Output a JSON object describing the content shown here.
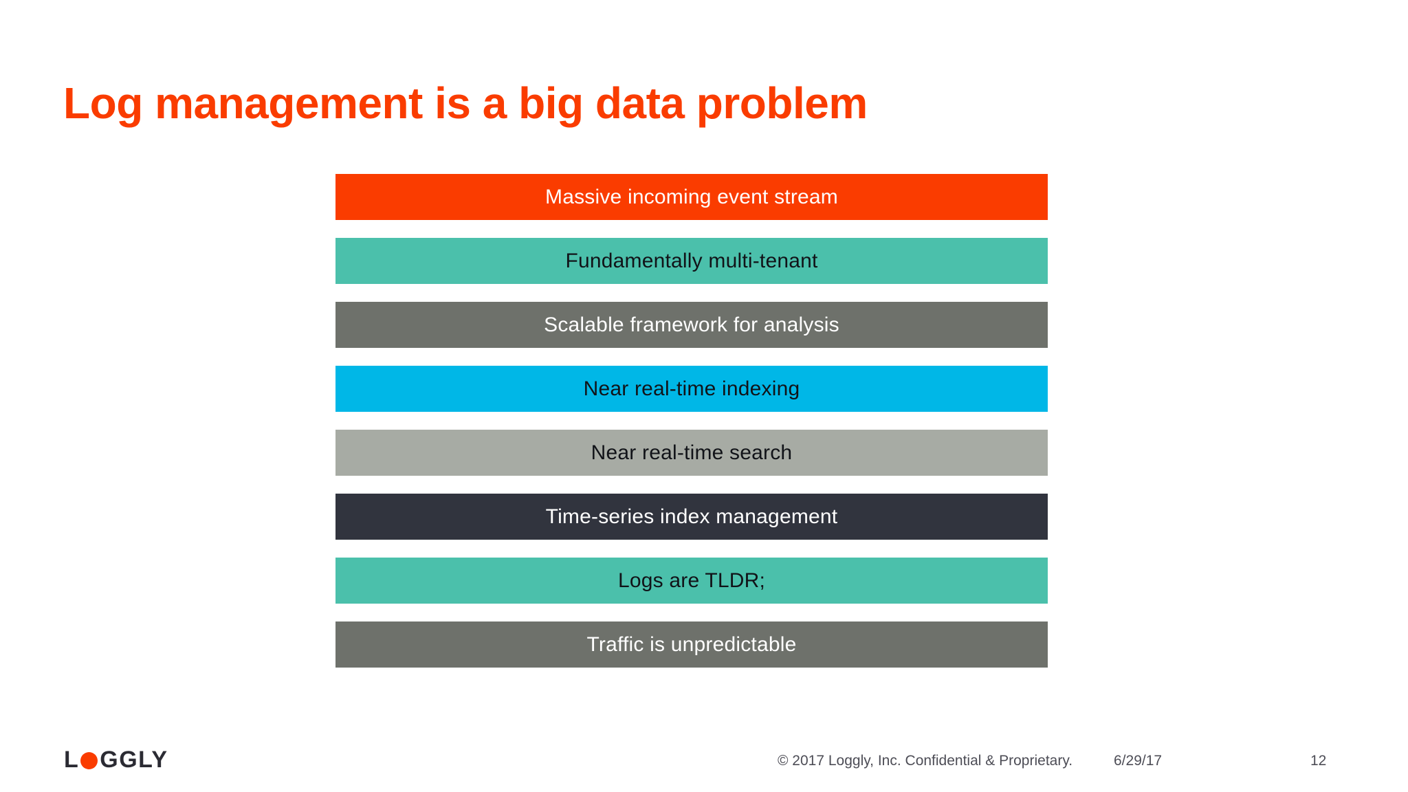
{
  "slide": {
    "title": "Log management is a big data problem",
    "title_color": "#FA3C00",
    "background_color": "#FFFFFF"
  },
  "bars": [
    {
      "label": "Massive incoming event stream",
      "fill": "#FA3C00",
      "text_color": "#FFFFFF",
      "text_tone": "light"
    },
    {
      "label": "Fundamentally multi-tenant",
      "fill": "#4BC0AB",
      "text_color": "#111318",
      "text_tone": "dark"
    },
    {
      "label": "Scalable framework for analysis",
      "fill": "#6E716B",
      "text_color": "#FFFFFF",
      "text_tone": "light"
    },
    {
      "label": "Near real-time indexing",
      "fill": "#00B7E7",
      "text_color": "#111318",
      "text_tone": "dark"
    },
    {
      "label": "Near real-time search",
      "fill": "#A7ABA4",
      "text_color": "#111318",
      "text_tone": "dark"
    },
    {
      "label": "Time-series index management",
      "fill": "#31343E",
      "text_color": "#FFFFFF",
      "text_tone": "light"
    },
    {
      "label": "Logs are TLDR;",
      "fill": "#4BC0AB",
      "text_color": "#111318",
      "text_tone": "dark"
    },
    {
      "label": "Traffic is unpredictable",
      "fill": "#6E716B",
      "text_color": "#FFFFFF",
      "text_tone": "light"
    }
  ],
  "footer": {
    "logo": {
      "text_before": "L",
      "dot": "orange-circle-o",
      "text_after": "GGLY",
      "dot_color": "#FA3C00",
      "text_color": "#2B2B33"
    },
    "copyright": "© 2017 Loggly, Inc. Confidential & Proprietary.",
    "date": "6/29/17",
    "page_number": "12"
  }
}
